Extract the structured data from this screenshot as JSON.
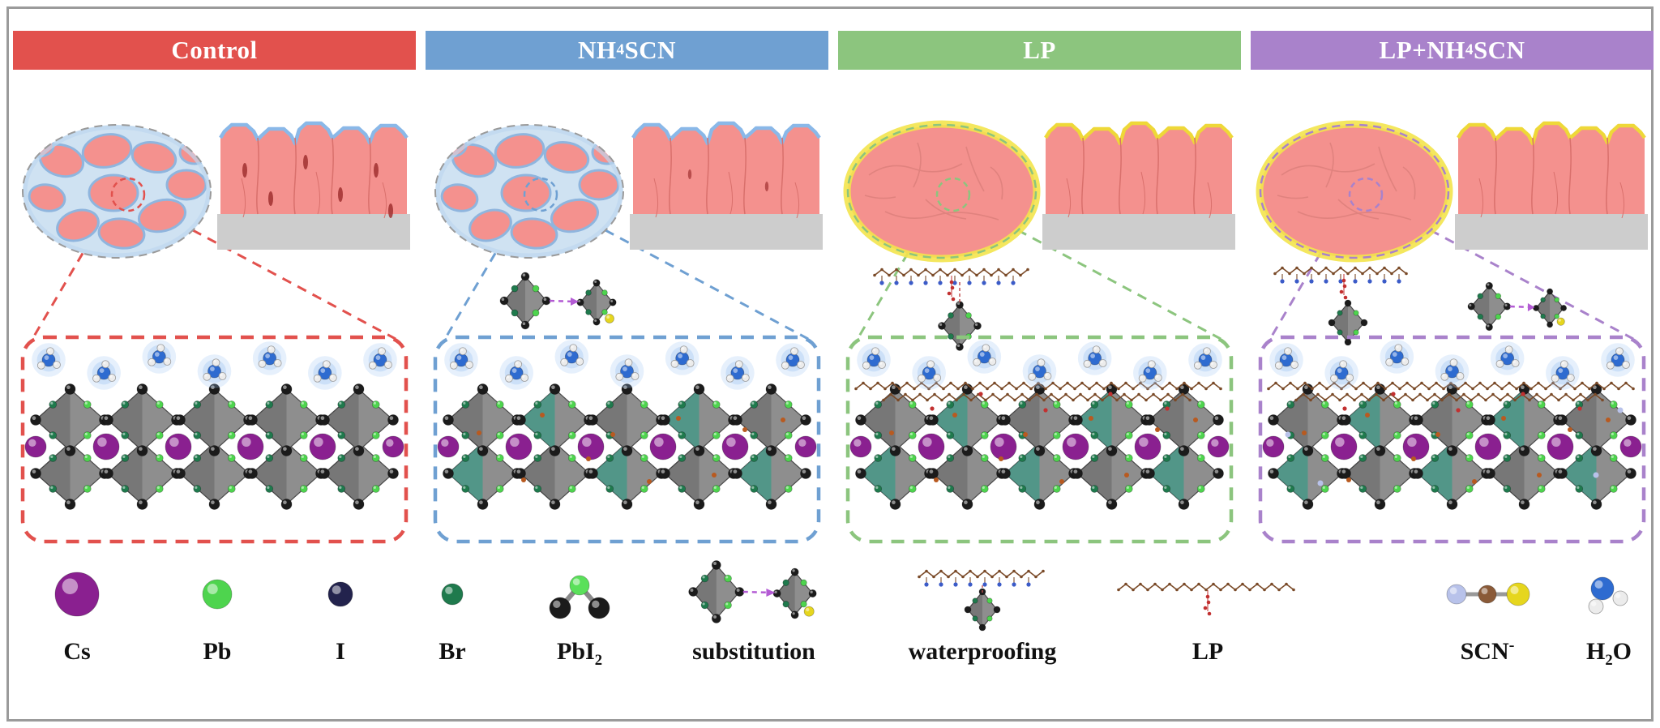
{
  "figure": {
    "frame_color": "#9b9b9b",
    "background": "#ffffff"
  },
  "colors": {
    "grain_pink": "#f4918e",
    "grain_boundary_pink": "#d9706c",
    "water_blue_bg": "#cfe2f2",
    "water_blue_edge": "#8fb5de",
    "coat_blue": "#8ab8e8",
    "coat_yellow": "#eed838",
    "glow_yellow": "#f3e44c",
    "substrate_gray": "#cdcdcd",
    "octa_gray": "#8e8e8e",
    "teal_face": "#35b198",
    "cs_purple": "#8a2090",
    "pb_green": "#4ed44e",
    "i_black": "#1b1b1b",
    "i_navy": "#23234d",
    "br_green": "#1f7a4d",
    "chain_brown": "#7a4a28",
    "red_dot": "#c23030",
    "orange_dot": "#b85a20",
    "yellow_s": "#e6d61e",
    "n_blue": "#2e6bd0",
    "h_white": "#ececec",
    "scn_c_brown": "#8a5a38",
    "scn_n_periwinkle": "#b8c2ea",
    "arrow_purple": "#b35bd4",
    "glow_blue": "#9ec4f2"
  },
  "columns": [
    {
      "id": "control",
      "variant": "control",
      "accent": "#e2514d",
      "label_pre": "Control",
      "label_sub": "",
      "label_post": ""
    },
    {
      "id": "nh4scn",
      "variant": "nh4scn",
      "accent": "#6fa0d2",
      "label_pre": "NH",
      "label_sub": "4",
      "label_post": "SCN"
    },
    {
      "id": "lp",
      "variant": "lp",
      "accent": "#8cc57e",
      "label_pre": "LP",
      "label_sub": "",
      "label_post": ""
    },
    {
      "id": "lp_nh4scn",
      "variant": "lp_nh4scn",
      "accent": "#a982cb",
      "label_pre": "LP+NH",
      "label_sub": "4",
      "label_post": "SCN"
    }
  ],
  "legend": {
    "items": [
      {
        "id": "cs",
        "icon": "sphere-cs",
        "label_pre": "Cs",
        "label_sub": "",
        "label_sup": "",
        "label_post": ""
      },
      {
        "id": "pb",
        "icon": "sphere-pb",
        "label_pre": "Pb",
        "label_sub": "",
        "label_sup": "",
        "label_post": ""
      },
      {
        "id": "i",
        "icon": "sphere-i",
        "label_pre": "I",
        "label_sub": "",
        "label_sup": "",
        "label_post": ""
      },
      {
        "id": "br",
        "icon": "sphere-br",
        "label_pre": "Br",
        "label_sub": "",
        "label_sup": "",
        "label_post": ""
      },
      {
        "id": "pbi2",
        "icon": "pbi2-molecule",
        "label_pre": "PbI",
        "label_sub": "2",
        "label_sup": "",
        "label_post": ""
      },
      {
        "id": "substitution",
        "icon": "substitution-motif",
        "label_pre": "substitution",
        "label_sub": "",
        "label_sup": "",
        "label_post": ""
      },
      {
        "id": "waterproofing",
        "icon": "waterproofing-motif",
        "label_pre": "waterproofing",
        "label_sub": "",
        "label_sup": "",
        "label_post": ""
      },
      {
        "id": "lp",
        "icon": "lp-chain",
        "label_pre": "LP",
        "label_sub": "",
        "label_sup": "",
        "label_post": ""
      },
      {
        "id": "scn",
        "icon": "scn-anion",
        "label_pre": "SCN",
        "label_sub": "",
        "label_sup": "-",
        "label_post": ""
      },
      {
        "id": "h2o",
        "icon": "water-molecule",
        "label_pre": "H",
        "label_sub": "2",
        "label_sup": "",
        "label_post": "O"
      }
    ]
  }
}
